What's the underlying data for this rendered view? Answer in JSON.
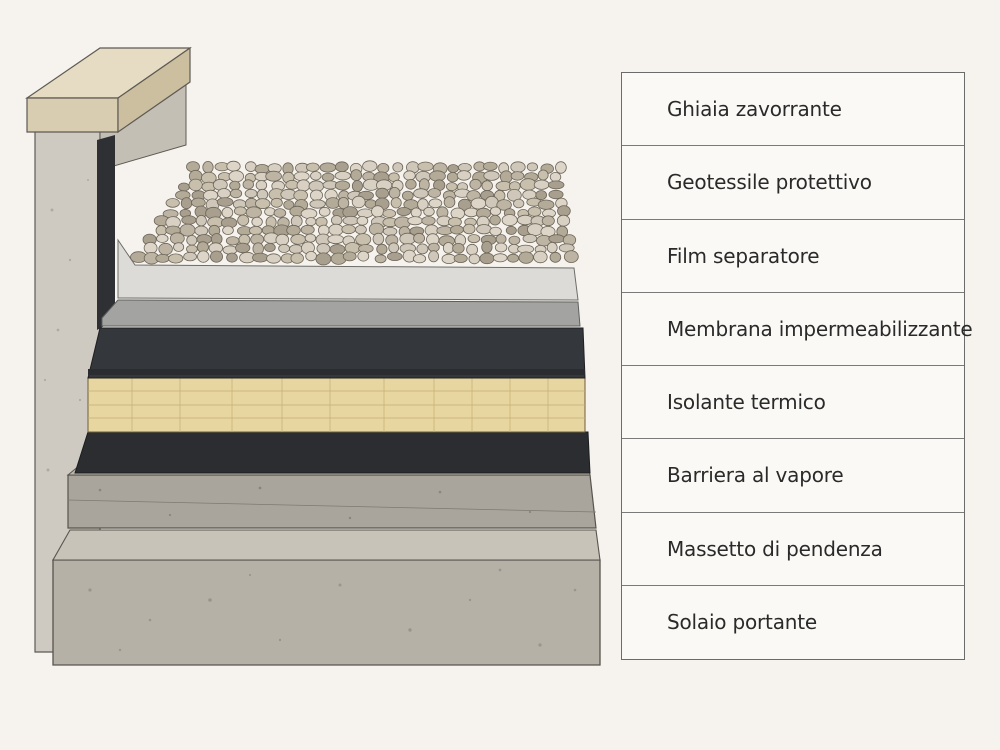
{
  "legend": {
    "items": [
      {
        "label": "Ghiaia zavorrante"
      },
      {
        "label": "Geotessile protettivo"
      },
      {
        "label": "Film separatore"
      },
      {
        "label": "Membrana impermeabilizzante"
      },
      {
        "label": "Isolante termico"
      },
      {
        "label": "Barriera al vapore"
      },
      {
        "label": "Massetto di pendenza"
      },
      {
        "label": "Solaio portante"
      }
    ]
  },
  "colors": {
    "background": "#f6f3ee",
    "concrete": "#bdb8ae",
    "screed": "#a9a59c",
    "vapor_barrier": "#2b2d30",
    "insulation": "#e8d6a0",
    "membrane": "#34373b",
    "separator_film": "#a3a3a1",
    "geotextile": "#d9d8d4",
    "gravel": "#c5bdae",
    "parapet_cap": "#ddd2b8"
  },
  "icons": [
    "gravel-stone"
  ]
}
